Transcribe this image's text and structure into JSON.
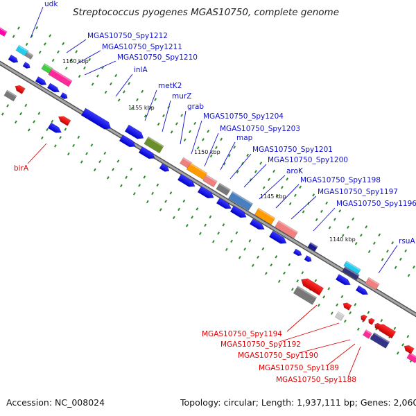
{
  "title": "Streptococcus pyogenes MGAS10750, complete genome",
  "footer": {
    "accession": "Accession: NC_008024",
    "summary": "Topology: circular; Length: 1,937,111 bp; Genes: 2,060"
  },
  "ticks": [
    "1160 kbp",
    "1155 kbp",
    "1150 kbp",
    "1145 kbp",
    "1140 kbp"
  ],
  "labels_top": [
    "udk",
    "MGAS10750_Spy1212",
    "MGAS10750_Spy1211",
    "MGAS10750_Spy1210",
    "inlA",
    "metK2",
    "murZ",
    "grab",
    "MGAS10750_Spy1204",
    "MGAS10750_Spy1203",
    "map",
    "MGAS10750_Spy1201",
    "MGAS10750_Spy1200",
    "aroK",
    "MGAS10750_Spy1198",
    "MGAS10750_Spy1197",
    "MGAS10750_Spy1196",
    "rsuA"
  ],
  "labels_bottom": [
    "birA",
    "MGAS10750_Spy1194",
    "MGAS10750_Spy1192",
    "MGAS10750_Spy1190",
    "MGAS10750_Spy1189",
    "MGAS10750_Spy1188"
  ],
  "colors": {
    "gene_forward": "#0000ee",
    "gene_reverse": "#ee0000",
    "backbone": "#808080",
    "tick_dot": "#2a8a2a",
    "label_forward": "#1010c8",
    "label_reverse": "#e00000"
  }
}
